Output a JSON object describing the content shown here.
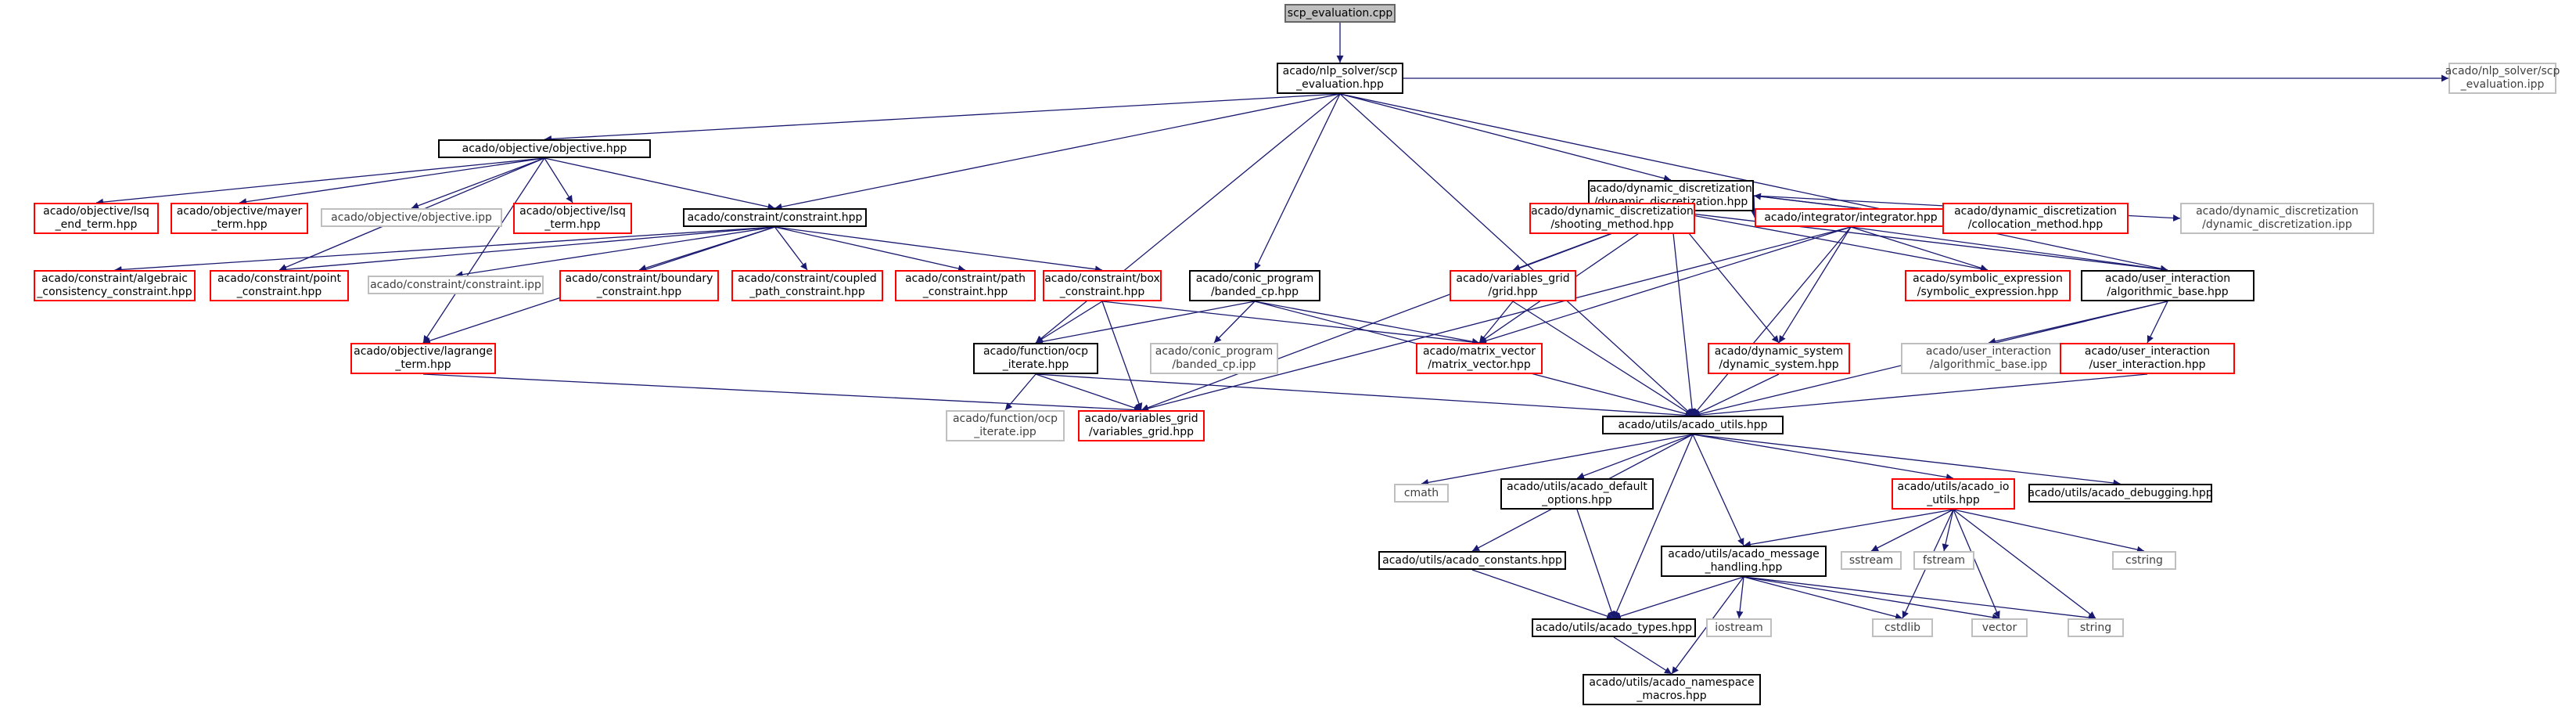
{
  "colors": {
    "edge": "#191970",
    "file_border": "#000000",
    "missing_border": "#ff0000",
    "external_border": "#bfbfbf",
    "root_fill": "#bfbfbf"
  },
  "nodes": [
    {
      "id": "root",
      "kind": "root",
      "lines": [
        "scp_evaluation.cpp"
      ]
    },
    {
      "id": "scp_hpp",
      "kind": "black",
      "lines": [
        "acado/nlp_solver/scp",
        "_evaluation.hpp"
      ]
    },
    {
      "id": "scp_ipp",
      "kind": "gray",
      "lines": [
        "acado/nlp_solver/scp",
        "_evaluation.ipp"
      ]
    },
    {
      "id": "objective_hpp",
      "kind": "black",
      "lines": [
        "acado/objective/objective.hpp"
      ]
    },
    {
      "id": "dyn_disc_hpp",
      "kind": "black",
      "lines": [
        "acado/dynamic_discretization",
        "/dynamic_discretization.hpp"
      ]
    },
    {
      "id": "lsq_end",
      "kind": "red",
      "lines": [
        "acado/objective/lsq",
        "_end_term.hpp"
      ]
    },
    {
      "id": "mayer",
      "kind": "red",
      "lines": [
        "acado/objective/mayer",
        "_term.hpp"
      ]
    },
    {
      "id": "objective_ipp",
      "kind": "gray",
      "lines": [
        "acado/objective/objective.ipp"
      ]
    },
    {
      "id": "lsq_term",
      "kind": "red",
      "lines": [
        "acado/objective/lsq",
        "_term.hpp"
      ]
    },
    {
      "id": "constraint_hpp",
      "kind": "black",
      "lines": [
        "acado/constraint/constraint.hpp"
      ]
    },
    {
      "id": "shooting",
      "kind": "red",
      "lines": [
        "acado/dynamic_discretization",
        "/shooting_method.hpp"
      ]
    },
    {
      "id": "integrator",
      "kind": "red",
      "lines": [
        "acado/integrator/integrator.hpp"
      ]
    },
    {
      "id": "collocation",
      "kind": "red",
      "lines": [
        "acado/dynamic_discretization",
        "/collocation_method.hpp"
      ]
    },
    {
      "id": "dyn_disc_ipp",
      "kind": "gray",
      "lines": [
        "acado/dynamic_discretization",
        "/dynamic_discretization.ipp"
      ]
    },
    {
      "id": "algebraic",
      "kind": "red",
      "lines": [
        "acado/constraint/algebraic",
        "_consistency_constraint.hpp"
      ]
    },
    {
      "id": "point",
      "kind": "red",
      "lines": [
        "acado/constraint/point",
        "_constraint.hpp"
      ]
    },
    {
      "id": "constraint_ipp",
      "kind": "gray",
      "lines": [
        "acado/constraint/constraint.ipp"
      ]
    },
    {
      "id": "boundary",
      "kind": "red",
      "lines": [
        "acado/constraint/boundary",
        "_constraint.hpp"
      ]
    },
    {
      "id": "coupled",
      "kind": "red",
      "lines": [
        "acado/constraint/coupled",
        "_path_constraint.hpp"
      ]
    },
    {
      "id": "path",
      "kind": "red",
      "lines": [
        "acado/constraint/path",
        "_constraint.hpp"
      ]
    },
    {
      "id": "box",
      "kind": "red",
      "lines": [
        "acado/constraint/box",
        "_constraint.hpp"
      ]
    },
    {
      "id": "conic",
      "kind": "black",
      "lines": [
        "acado/conic_program",
        "/banded_cp.hpp"
      ]
    },
    {
      "id": "var_grid_grid",
      "kind": "red",
      "lines": [
        "acado/variables_grid",
        "/grid.hpp"
      ]
    },
    {
      "id": "symbolic",
      "kind": "red",
      "lines": [
        "acado/symbolic_expression",
        "/symbolic_expression.hpp"
      ]
    },
    {
      "id": "algo_base_hpp",
      "kind": "black",
      "lines": [
        "acado/user_interaction",
        "/algorithmic_base.hpp"
      ]
    },
    {
      "id": "lagrange",
      "kind": "red",
      "lines": [
        "acado/objective/lagrange",
        "_term.hpp"
      ]
    },
    {
      "id": "ocp_iter_hpp",
      "kind": "black",
      "lines": [
        "acado/function/ocp",
        "_iterate.hpp"
      ]
    },
    {
      "id": "conic_ipp",
      "kind": "gray",
      "lines": [
        "acado/conic_program",
        "/banded_cp.ipp"
      ]
    },
    {
      "id": "matrix_vector",
      "kind": "red",
      "lines": [
        "acado/matrix_vector",
        "/matrix_vector.hpp"
      ]
    },
    {
      "id": "dyn_system",
      "kind": "red",
      "lines": [
        "acado/dynamic_system",
        "/dynamic_system.hpp"
      ]
    },
    {
      "id": "algo_base_ipp",
      "kind": "gray",
      "lines": [
        "acado/user_interaction",
        "/algorithmic_base.ipp"
      ]
    },
    {
      "id": "user_interaction",
      "kind": "red",
      "lines": [
        "acado/user_interaction",
        "/user_interaction.hpp"
      ]
    },
    {
      "id": "ocp_iter_ipp",
      "kind": "gray",
      "lines": [
        "acado/function/ocp",
        "_iterate.ipp"
      ]
    },
    {
      "id": "var_grid",
      "kind": "red",
      "lines": [
        "acado/variables_grid",
        "/variables_grid.hpp"
      ]
    },
    {
      "id": "acado_utils",
      "kind": "black",
      "lines": [
        "acado/utils/acado_utils.hpp"
      ]
    },
    {
      "id": "cmath",
      "kind": "gray",
      "lines": [
        "cmath"
      ]
    },
    {
      "id": "default_options",
      "kind": "black",
      "lines": [
        "acado/utils/acado_default",
        "_options.hpp"
      ]
    },
    {
      "id": "io_utils",
      "kind": "red",
      "lines": [
        "acado/utils/acado_io",
        "_utils.hpp"
      ]
    },
    {
      "id": "debugging",
      "kind": "black",
      "lines": [
        "acado/utils/acado_debugging.hpp"
      ]
    },
    {
      "id": "constants",
      "kind": "black",
      "lines": [
        "acado/utils/acado_constants.hpp"
      ]
    },
    {
      "id": "message",
      "kind": "black",
      "lines": [
        "acado/utils/acado_message",
        "_handling.hpp"
      ]
    },
    {
      "id": "sstream",
      "kind": "gray",
      "lines": [
        "sstream"
      ]
    },
    {
      "id": "fstream",
      "kind": "gray",
      "lines": [
        "fstream"
      ]
    },
    {
      "id": "cstring",
      "kind": "gray",
      "lines": [
        "cstring"
      ]
    },
    {
      "id": "types",
      "kind": "black",
      "lines": [
        "acado/utils/acado_types.hpp"
      ]
    },
    {
      "id": "iostream",
      "kind": "gray",
      "lines": [
        "iostream"
      ]
    },
    {
      "id": "cstdlib",
      "kind": "gray",
      "lines": [
        "cstdlib"
      ]
    },
    {
      "id": "vector",
      "kind": "gray",
      "lines": [
        "vector"
      ]
    },
    {
      "id": "string",
      "kind": "gray",
      "lines": [
        "string"
      ]
    },
    {
      "id": "namespace",
      "kind": "black",
      "lines": [
        "acado/utils/acado_namespace",
        "_macros.hpp"
      ]
    }
  ],
  "edges": [
    [
      "root",
      "scp_hpp"
    ],
    [
      "scp_hpp",
      "scp_ipp"
    ],
    [
      "scp_hpp",
      "objective_hpp"
    ],
    [
      "scp_hpp",
      "dyn_disc_hpp"
    ],
    [
      "scp_hpp",
      "constraint_hpp"
    ],
    [
      "scp_hpp",
      "conic"
    ],
    [
      "scp_hpp",
      "acado_utils"
    ],
    [
      "scp_hpp",
      "ocp_iter_hpp"
    ],
    [
      "scp_hpp",
      "algo_base_hpp"
    ],
    [
      "objective_hpp",
      "lsq_end"
    ],
    [
      "objective_hpp",
      "mayer"
    ],
    [
      "objective_hpp",
      "objective_ipp"
    ],
    [
      "objective_hpp",
      "lsq_term"
    ],
    [
      "objective_hpp",
      "constraint_hpp"
    ],
    [
      "objective_hpp",
      "lagrange"
    ],
    [
      "objective_hpp",
      "point"
    ],
    [
      "constraint_hpp",
      "algebraic"
    ],
    [
      "constraint_hpp",
      "point"
    ],
    [
      "constraint_hpp",
      "constraint_ipp"
    ],
    [
      "constraint_hpp",
      "boundary"
    ],
    [
      "constraint_hpp",
      "coupled"
    ],
    [
      "constraint_hpp",
      "path"
    ],
    [
      "constraint_hpp",
      "box"
    ],
    [
      "constraint_hpp",
      "lagrange"
    ],
    [
      "box",
      "ocp_iter_hpp"
    ],
    [
      "box",
      "var_grid"
    ],
    [
      "box",
      "matrix_vector"
    ],
    [
      "dyn_disc_hpp",
      "shooting"
    ],
    [
      "shooting",
      "dyn_disc_hpp"
    ],
    [
      "dyn_disc_hpp",
      "integrator"
    ],
    [
      "dyn_disc_hpp",
      "collocation"
    ],
    [
      "collocation",
      "dyn_disc_hpp"
    ],
    [
      "dyn_disc_hpp",
      "dyn_disc_ipp"
    ],
    [
      "dyn_disc_hpp",
      "var_grid_grid"
    ],
    [
      "dyn_disc_hpp",
      "matrix_vector"
    ],
    [
      "dyn_disc_hpp",
      "var_grid"
    ],
    [
      "dyn_disc_hpp",
      "dyn_system"
    ],
    [
      "dyn_disc_hpp",
      "acado_utils"
    ],
    [
      "dyn_disc_hpp",
      "algo_base_hpp"
    ],
    [
      "dyn_disc_hpp",
      "symbolic"
    ],
    [
      "integrator",
      "symbolic"
    ],
    [
      "integrator",
      "algo_base_hpp"
    ],
    [
      "integrator",
      "matrix_vector"
    ],
    [
      "integrator",
      "var_grid"
    ],
    [
      "integrator",
      "acado_utils"
    ],
    [
      "integrator",
      "dyn_system"
    ],
    [
      "conic",
      "conic_ipp"
    ],
    [
      "conic",
      "ocp_iter_hpp"
    ],
    [
      "conic",
      "matrix_vector"
    ],
    [
      "conic",
      "acado_utils"
    ],
    [
      "var_grid_grid",
      "matrix_vector"
    ],
    [
      "var_grid_grid",
      "acado_utils"
    ],
    [
      "algo_base_hpp",
      "algo_base_ipp"
    ],
    [
      "algo_base_hpp",
      "user_interaction"
    ],
    [
      "algo_base_hpp",
      "acado_utils"
    ],
    [
      "user_interaction",
      "acado_utils"
    ],
    [
      "dyn_system",
      "acado_utils"
    ],
    [
      "lagrange",
      "var_grid"
    ],
    [
      "ocp_iter_hpp",
      "ocp_iter_ipp"
    ],
    [
      "ocp_iter_hpp",
      "var_grid"
    ],
    [
      "ocp_iter_hpp",
      "acado_utils"
    ],
    [
      "acado_utils",
      "cmath"
    ],
    [
      "acado_utils",
      "default_options"
    ],
    [
      "acado_utils",
      "io_utils"
    ],
    [
      "acado_utils",
      "debugging"
    ],
    [
      "acado_utils",
      "constants"
    ],
    [
      "acado_utils",
      "message"
    ],
    [
      "acado_utils",
      "types"
    ],
    [
      "default_options",
      "types"
    ],
    [
      "io_utils",
      "message"
    ],
    [
      "io_utils",
      "sstream"
    ],
    [
      "io_utils",
      "fstream"
    ],
    [
      "io_utils",
      "cstring"
    ],
    [
      "io_utils",
      "cstdlib"
    ],
    [
      "io_utils",
      "vector"
    ],
    [
      "io_utils",
      "string"
    ],
    [
      "constants",
      "types"
    ],
    [
      "message",
      "types"
    ],
    [
      "message",
      "iostream"
    ],
    [
      "message",
      "cstdlib"
    ],
    [
      "message",
      "vector"
    ],
    [
      "message",
      "string"
    ],
    [
      "message",
      "namespace"
    ],
    [
      "types",
      "namespace"
    ]
  ]
}
